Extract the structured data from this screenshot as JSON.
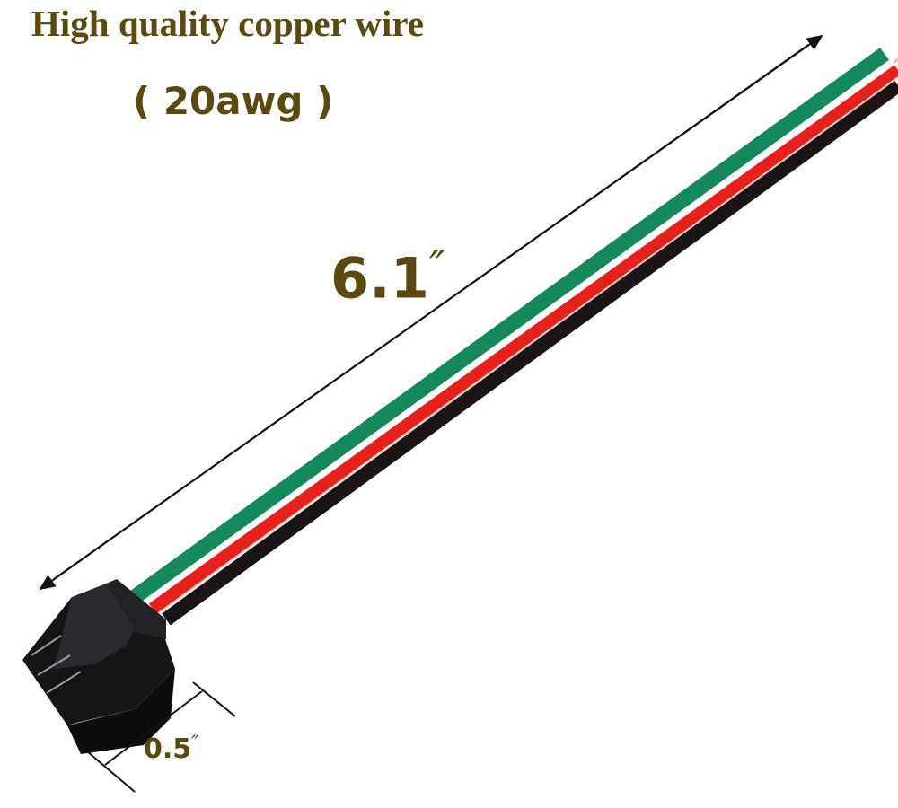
{
  "title": "High quality copper wire",
  "gauge": "( 20awg )",
  "length_label": {
    "value": "6.1",
    "unit": "″"
  },
  "width_label": {
    "value": "0.5",
    "unit": "″"
  },
  "colors": {
    "text": "#5b4a0e",
    "wire_green": "#148a5c",
    "wire_red": "#e8201c",
    "wire_black": "#1a1414",
    "connector": "#151518"
  }
}
